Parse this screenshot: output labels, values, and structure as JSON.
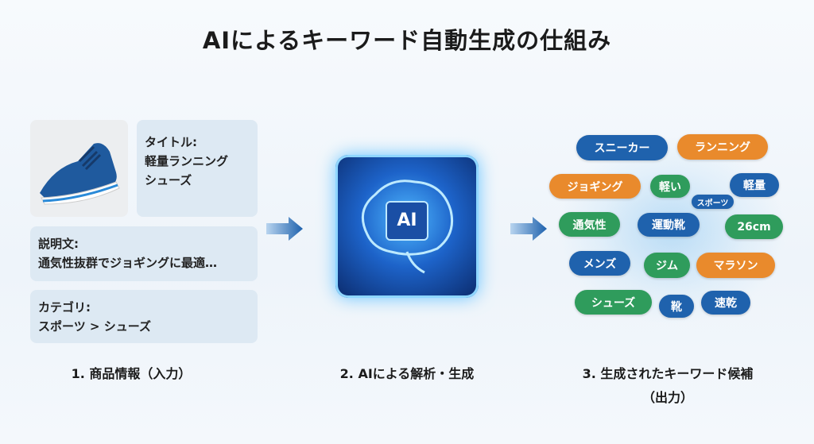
{
  "title": "AIによるキーワード自動生成の仕組み",
  "input": {
    "title_label": "タイトル:",
    "title_line1": "軽量ランニング",
    "title_line2": "シューズ",
    "description_label": "説明文:",
    "description_value": "通気性抜群でジョギングに最適…",
    "category_label": "カテゴリ:",
    "category_value": "スポーツ > シューズ"
  },
  "ai_chip": "AI",
  "steps": {
    "step1": "1. 商品情報（入力）",
    "step2": "2. AIによる解析・生成",
    "step3_line1": "3. 生成されたキーワード候補",
    "step3_line2": "（出力）"
  },
  "keywords": [
    "スニーカー",
    "ランニング",
    "ジョギング",
    "軽い",
    "軽量",
    "スポーツ",
    "通気性",
    "運動靴",
    "26cm",
    "メンズ",
    "ジム",
    "マラソン",
    "シューズ",
    "靴",
    "速乾"
  ],
  "colors": {
    "blue": "#1f62ad",
    "orange": "#e98a2c",
    "green": "#2f9c5c"
  }
}
